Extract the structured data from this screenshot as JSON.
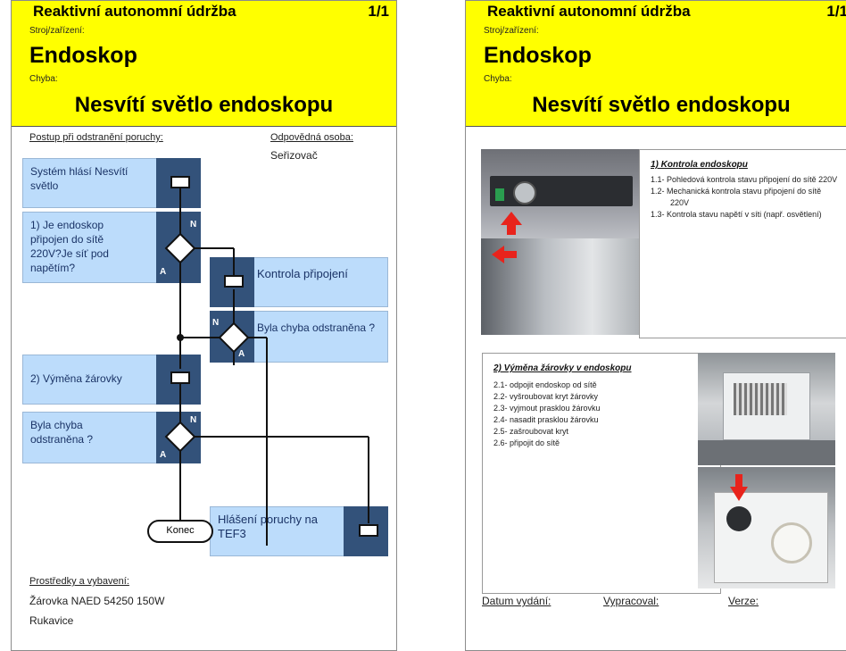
{
  "left": {
    "header": {
      "title": "Reaktivní autonomní údržba",
      "page": "1/1",
      "machine_label": "Stroj/zařízení:",
      "machine": "Endoskop",
      "fault_label": "Chyba:",
      "fault": "Nesvítí světlo endoskopu"
    },
    "procedure_label": "Postup při odstranění poruchy:",
    "responsible_label": "Odpovědná osoba:",
    "responsible": "Seřizovač",
    "flow": {
      "step_system": "Systém hlásí Nesvítí světlo",
      "step_q1": "1) Je endoskop připojen do sítě 220V?Je síť pod napětím?",
      "step_check": "Kontrola připojení",
      "step_q2": "Byla chyba odstraněna ?",
      "step_bulb": "2) Výměna žárovky",
      "step_q3": "Byla chyba odstraněna ?",
      "step_report": "Hlášení poruchy na TEF3",
      "end": "Konec",
      "yes": "A",
      "no": "N"
    },
    "resources_label": "Prostředky a vybavení:",
    "resource_1": "Žárovka  NAED 54250  150W",
    "resource_2": "Rukavice"
  },
  "right": {
    "header": {
      "title": "Reaktivní autonomní údržba",
      "page": "1/1",
      "machine_label": "Stroj/zařízení:",
      "machine": "Endoskop",
      "fault_label": "Chyba:",
      "fault": "Nesvítí světlo endoskopu"
    },
    "section1": {
      "title": "1) Kontrola endoskopu",
      "items": [
        "1.1-  Pohledová kontrola stavu připojení do sítě 220V",
        "1.2-  Mechanická kontrola stavu připojení do sítě 220V",
        "1.3-  Kontrola stavu napětí v síti (např. osvětlení)"
      ]
    },
    "section2": {
      "title": "2) Výměna  žárovky v endoskopu",
      "items": [
        "2.1- odpojit endoskop od sítě",
        "2.2- vyšroubovat kryt žárovky",
        "2.3- vyjmout prasklou žárovku",
        "2.4- nasadit prasklou žárovku",
        "2.5- zašroubovat kryt",
        "2.6- připojit do sítě"
      ]
    },
    "footer": {
      "issue_date": "Datum vydání:",
      "prepared": "Vypracoval:",
      "version": "Verze:"
    }
  },
  "colors": {
    "header": "#ffff00",
    "box": "#bcdcfb",
    "tab": "#33527a",
    "arrow": "#e8231c"
  }
}
